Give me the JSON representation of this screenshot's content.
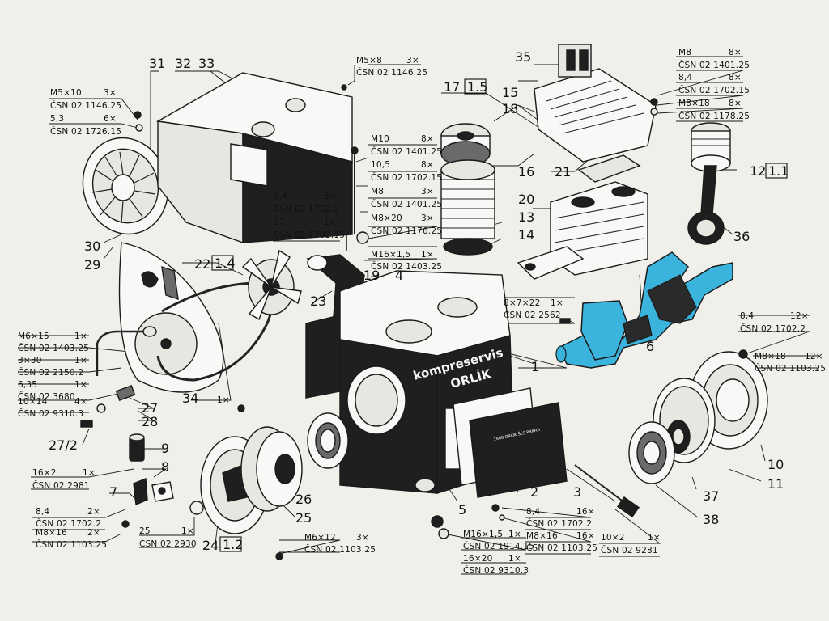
{
  "brand": {
    "line1": "kompreservis",
    "line2": "ORLÍK",
    "plate_text": "1408 ORLÍK ŠLS PRAHA"
  },
  "colors": {
    "highlight": "#3bb4dd",
    "ink": "#1a1a1a",
    "paper": "#f1efe9"
  },
  "part_numbers": {
    "p1": "1",
    "p2": "2",
    "p3": "3",
    "p4": "4",
    "p5": "5",
    "p6": "6",
    "p7": "7",
    "p8": "8",
    "p9": "9",
    "p10": "10",
    "p11": "11",
    "p12": "12",
    "p12b": "1.1",
    "p13": "13",
    "p14": "14",
    "p15": "15",
    "p16": "16",
    "p17": "17",
    "p17b": "1.5",
    "p18": "18",
    "p19": "19",
    "p20": "20",
    "p21": "21",
    "p22": "22",
    "p22b": "1.4",
    "p23": "23",
    "p24": "24",
    "p24b": "1.2",
    "p25": "25",
    "p26": "26",
    "p27": "27",
    "p27_2": "27/2",
    "p28": "28",
    "p29": "29",
    "p30": "30",
    "p31": "31",
    "p32": "32",
    "p33": "33",
    "p34": "34",
    "p35": "35",
    "p36": "36",
    "p37": "37",
    "p38": "38"
  },
  "specs": {
    "s_m5x10": "M5×10",
    "s_m5x10_q": "3×",
    "s_m5x10_c": "ČSN 02 1146.25",
    "s_53": "5,3",
    "s_53_q": "6×",
    "s_53_c": "ČSN 02 1726.15",
    "s_m5x8": "M5×8",
    "s_m5x8_q": "3×",
    "s_m5x8_c": "ČSN 02 1146.25",
    "s_m10": "M10",
    "s_m10_q": "8×",
    "s_m10_c": "ČSN 02 1401.25",
    "s_105": "10,5",
    "s_105_q": "8×",
    "s_105_c": "ČSN 02 1702.15",
    "s_m8a": "M8",
    "s_m8a_q": "3×",
    "s_m8a_c": "ČSN 02 1401.25",
    "s_84a": "8,4",
    "s_84a_q": "3×",
    "s_84a_c": "ČSN 02 1702.2",
    "s_m8x20": "M8×20",
    "s_m8x20_q": "3×",
    "s_m8x20_c": "ČSN 02 1176.25",
    "s_17": "17",
    "s_17_q": "1×",
    "s_17_c": "ČSN 02 1702.15",
    "s_m16a": "M16×1,5",
    "s_m16a_q": "1×",
    "s_m16a_c": "ČSN 02 1403.25",
    "s_m8b": "M8",
    "s_m8b_q": "8×",
    "s_m8b_c": "ČSN 02 1401.25",
    "s_84b": "8,4",
    "s_84b_q": "8×",
    "s_84b_c": "ČSN 02 1702.15",
    "s_m8x18a": "M8×18",
    "s_m8x18a_q": "8×",
    "s_m8x18a_c": "ČSN 02 1178.25",
    "s_8x7": "8×7×22",
    "s_8x7_q": "1×",
    "s_8x7_c": "ČSN 02 2562",
    "s_84c": "8,4",
    "s_84c_q": "12×",
    "s_84c_c": "ČSN 02 1702.2",
    "s_m8x18b": "M8×18",
    "s_m8x18b_q": "12×",
    "s_m8x18b_c": "ČSN 02 1103.25",
    "s_m6x15": "M6×15",
    "s_m6x15_q": "1×",
    "s_m6x15_c": "ČSN 02 1403.25",
    "s_3x30": "3×30",
    "s_3x30_q": "1×",
    "s_3x30_c": "ČSN 02 2150.2",
    "s_635": "6,35",
    "s_635_q": "1×",
    "s_635_c": "ČSN 02 3680",
    "s_10x14": "10×14",
    "s_10x14_q": "4×",
    "s_10x14_c": "ČSN 02 9310.3",
    "s_16x2": "16×2",
    "s_16x2_q": "1×",
    "s_16x2_c": "ČSN 02 2981",
    "s_84d": "8,4",
    "s_84d_q": "2×",
    "s_84d_c": "ČSN 02 1702.2",
    "s_m8x16a": "M8×16",
    "s_m8x16a_q": "2×",
    "s_m8x16a_c": "ČSN 02 1103.25",
    "s_25": "25",
    "s_25_q": "1×",
    "s_25_c": "ČSN 02 2930",
    "s_m6x12": "M6×12",
    "s_m6x12_q": "3×",
    "s_m6x12_c": "ČSN 02 1103.25",
    "s_m16b": "M16×1,5",
    "s_m16b_q": "1×",
    "s_m16b_c": "ČSN 02 1914.15",
    "s_16x20": "16×20",
    "s_16x20_q": "1×",
    "s_16x20_c": "ČSN 02 9310.3",
    "s_84e": "8,4",
    "s_84e_q": "16×",
    "s_84e_c": "ČSN 02 1702.2",
    "s_m8x16b": "M8×16",
    "s_m8x16b_q": "16×",
    "s_m8x16b_c": "ČSN 02 1103.25",
    "s_10x2": "10×2",
    "s_10x2_q": "1×",
    "s_10x2_c": "ČSN 02 9281",
    "s_34_q": "1×"
  }
}
